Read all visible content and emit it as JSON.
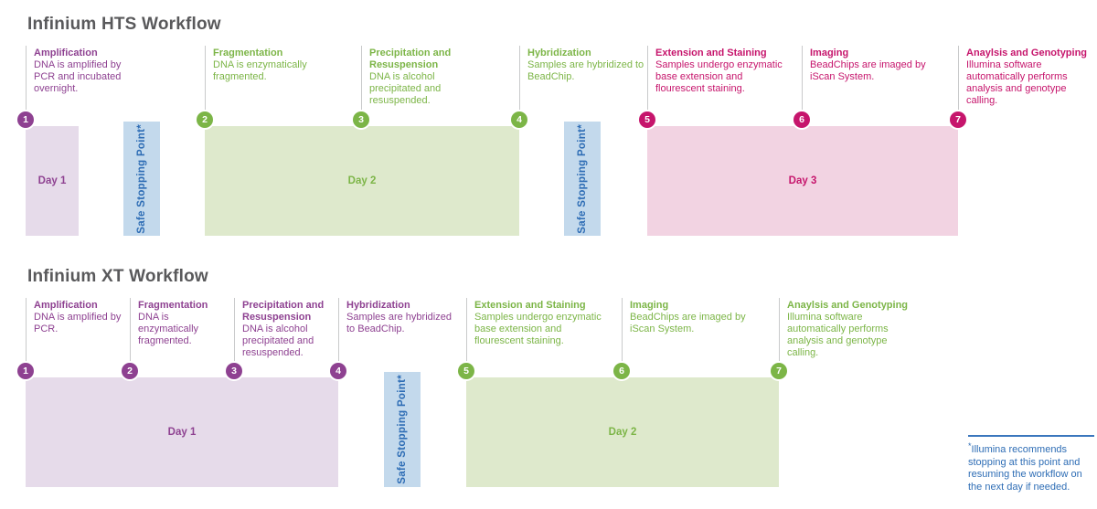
{
  "colors": {
    "purple": "#8e4191",
    "green": "#7cb547",
    "magenta": "#c6156c",
    "blue": "#2e6db5",
    "light_purple": "#e6dbea",
    "light_green": "#dee9cc",
    "light_pink": "#f2d3e2",
    "light_blue": "#c3d9ec",
    "title_gray": "#59595b"
  },
  "safe_stopping_point_label": "Safe Stopping Point*",
  "workflows": [
    {
      "title": "Infinium HTS Workflow",
      "steps": [
        {
          "number": "1",
          "title": "Amplification",
          "description": "DNA is amplified by PCR and incubated overnight."
        },
        {
          "number": "2",
          "title": "Fragmentation",
          "description": "DNA is enzymatically fragmented."
        },
        {
          "number": "3",
          "title": "Precipitation and Resuspension",
          "description": "DNA is alcohol precipitated and resuspended."
        },
        {
          "number": "4",
          "title": "Hybridization",
          "description": "Samples are hybridized to BeadChip."
        },
        {
          "number": "5",
          "title": "Extension and  Staining",
          "description": "Samples undergo enzymatic base extension and flourescent staining."
        },
        {
          "number": "6",
          "title": "Imaging",
          "description": "BeadChips are imaged by iScan System."
        },
        {
          "number": "7",
          "title": "Anaylsis and Genotyping",
          "description": "Illumina software automatically performs analysis and genotype calling."
        }
      ],
      "days": [
        {
          "label": "Day 1"
        },
        {
          "label": "Day 2"
        },
        {
          "label": "Day 3"
        }
      ]
    },
    {
      "title": "Infinium XT Workflow",
      "steps": [
        {
          "number": "1",
          "title": "Amplification",
          "description": "DNA is amplified by PCR."
        },
        {
          "number": "2",
          "title": "Fragmentation",
          "description": "DNA is enzymatically fragmented."
        },
        {
          "number": "3",
          "title": "Precipitation and Resuspension",
          "description": "DNA is alcohol precipitated and resuspended."
        },
        {
          "number": "4",
          "title": "Hybridization",
          "description": "Samples are hybridized to BeadChip."
        },
        {
          "number": "5",
          "title": "Extension and  Staining",
          "description": "Samples undergo enzymatic base extension and flourescent staining."
        },
        {
          "number": "6",
          "title": "Imaging",
          "description": "BeadChips are imaged by iScan System."
        },
        {
          "number": "7",
          "title": "Anaylsis and Genotyping",
          "description": "Illumina software automatically performs analysis and genotype calling."
        }
      ],
      "days": [
        {
          "label": "Day 1"
        },
        {
          "label": "Day 2"
        }
      ]
    }
  ],
  "footnote": {
    "asterisk": "*",
    "text": "Illumina recommends stopping at this point and resuming the workflow on the next day if needed."
  }
}
